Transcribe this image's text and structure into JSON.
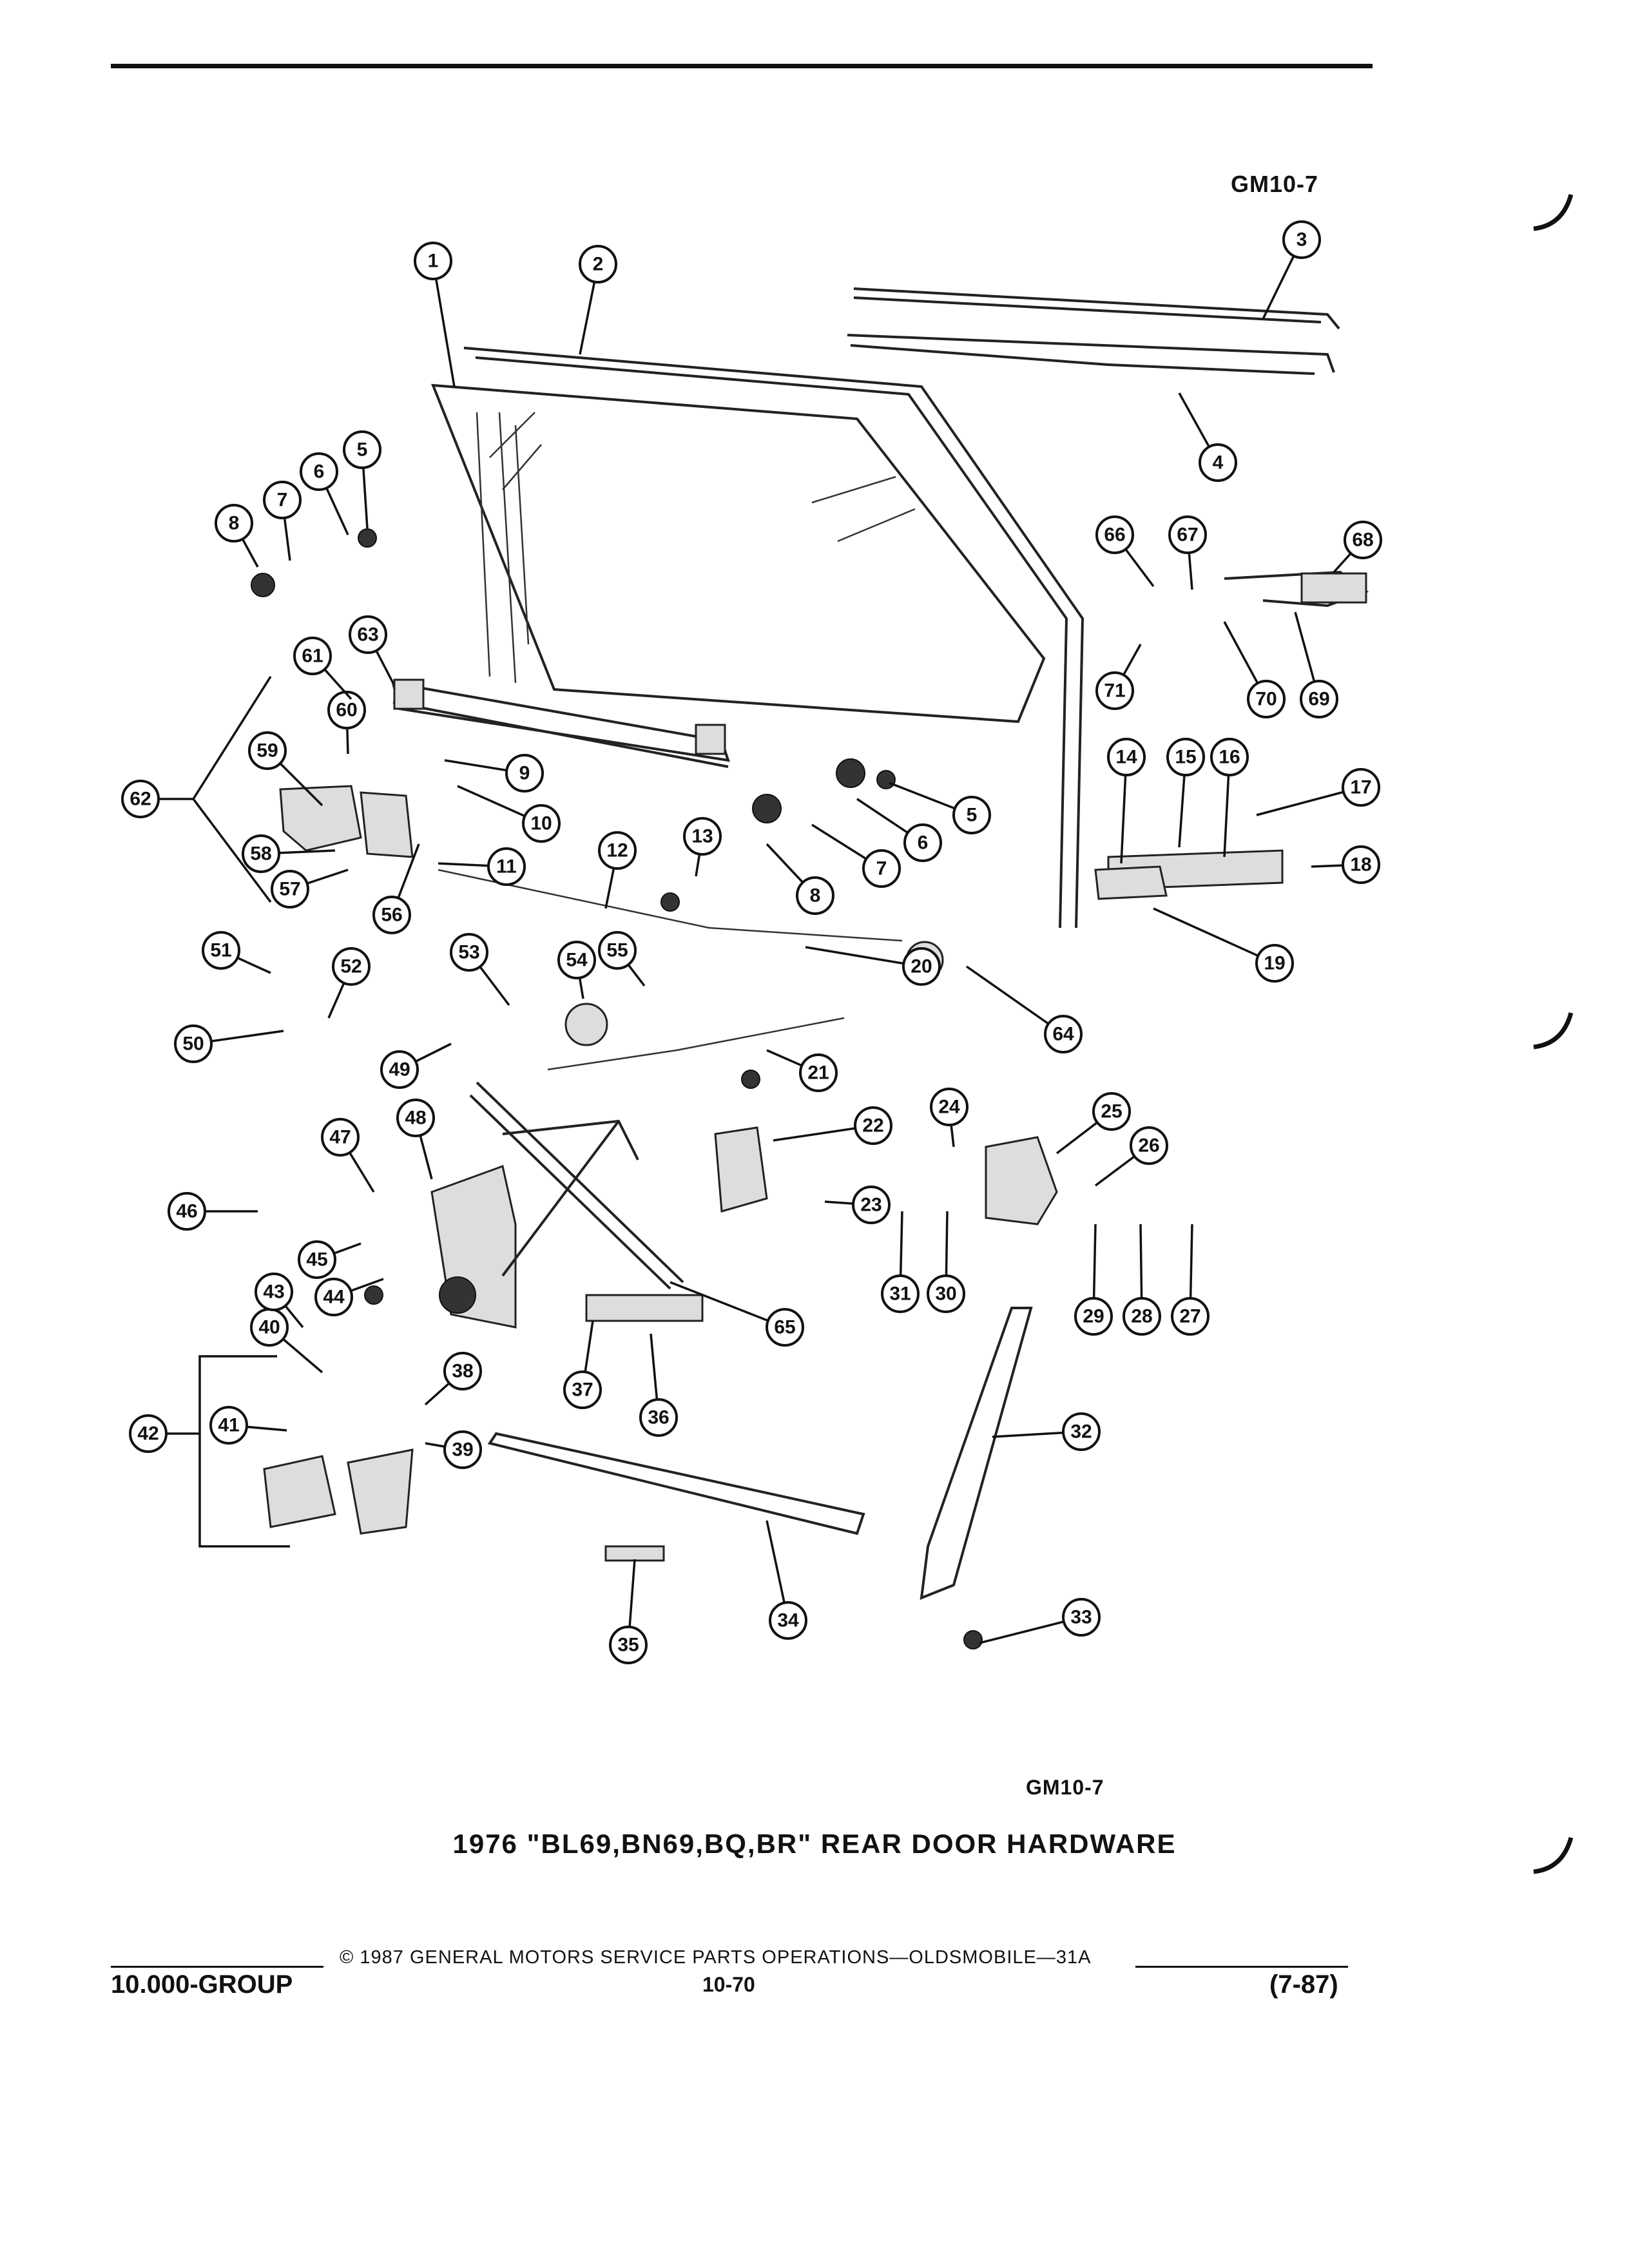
{
  "header": {
    "figure_ref_top": "GM10-7"
  },
  "diagram": {
    "callouts": [
      "1",
      "2",
      "3",
      "4",
      "5",
      "6",
      "7",
      "8",
      "5",
      "6",
      "7",
      "8",
      "9",
      "10",
      "11",
      "12",
      "13",
      "14",
      "15",
      "16",
      "17",
      "18",
      "19",
      "20",
      "21",
      "22",
      "23",
      "24",
      "25",
      "26",
      "27",
      "28",
      "29",
      "30",
      "31",
      "32",
      "33",
      "34",
      "35",
      "36",
      "37",
      "38",
      "39",
      "40",
      "41",
      "42",
      "43",
      "44",
      "45",
      "46",
      "47",
      "48",
      "49",
      "50",
      "51",
      "52",
      "53",
      "54",
      "55",
      "56",
      "57",
      "58",
      "59",
      "60",
      "61",
      "62",
      "63",
      "64",
      "65",
      "66",
      "67",
      "68",
      "69",
      "70",
      "71"
    ]
  },
  "caption": {
    "figure_ref_bottom": "GM10-7",
    "title": "1976 \"BL69,BN69,BQ,BR\" REAR DOOR HARDWARE"
  },
  "footer": {
    "copyright": "© 1987 GENERAL MOTORS SERVICE PARTS OPERATIONS—OLDSMOBILE—31A",
    "group": "10.000-GROUP",
    "page_number": "10-70",
    "date": "(7-87)"
  }
}
